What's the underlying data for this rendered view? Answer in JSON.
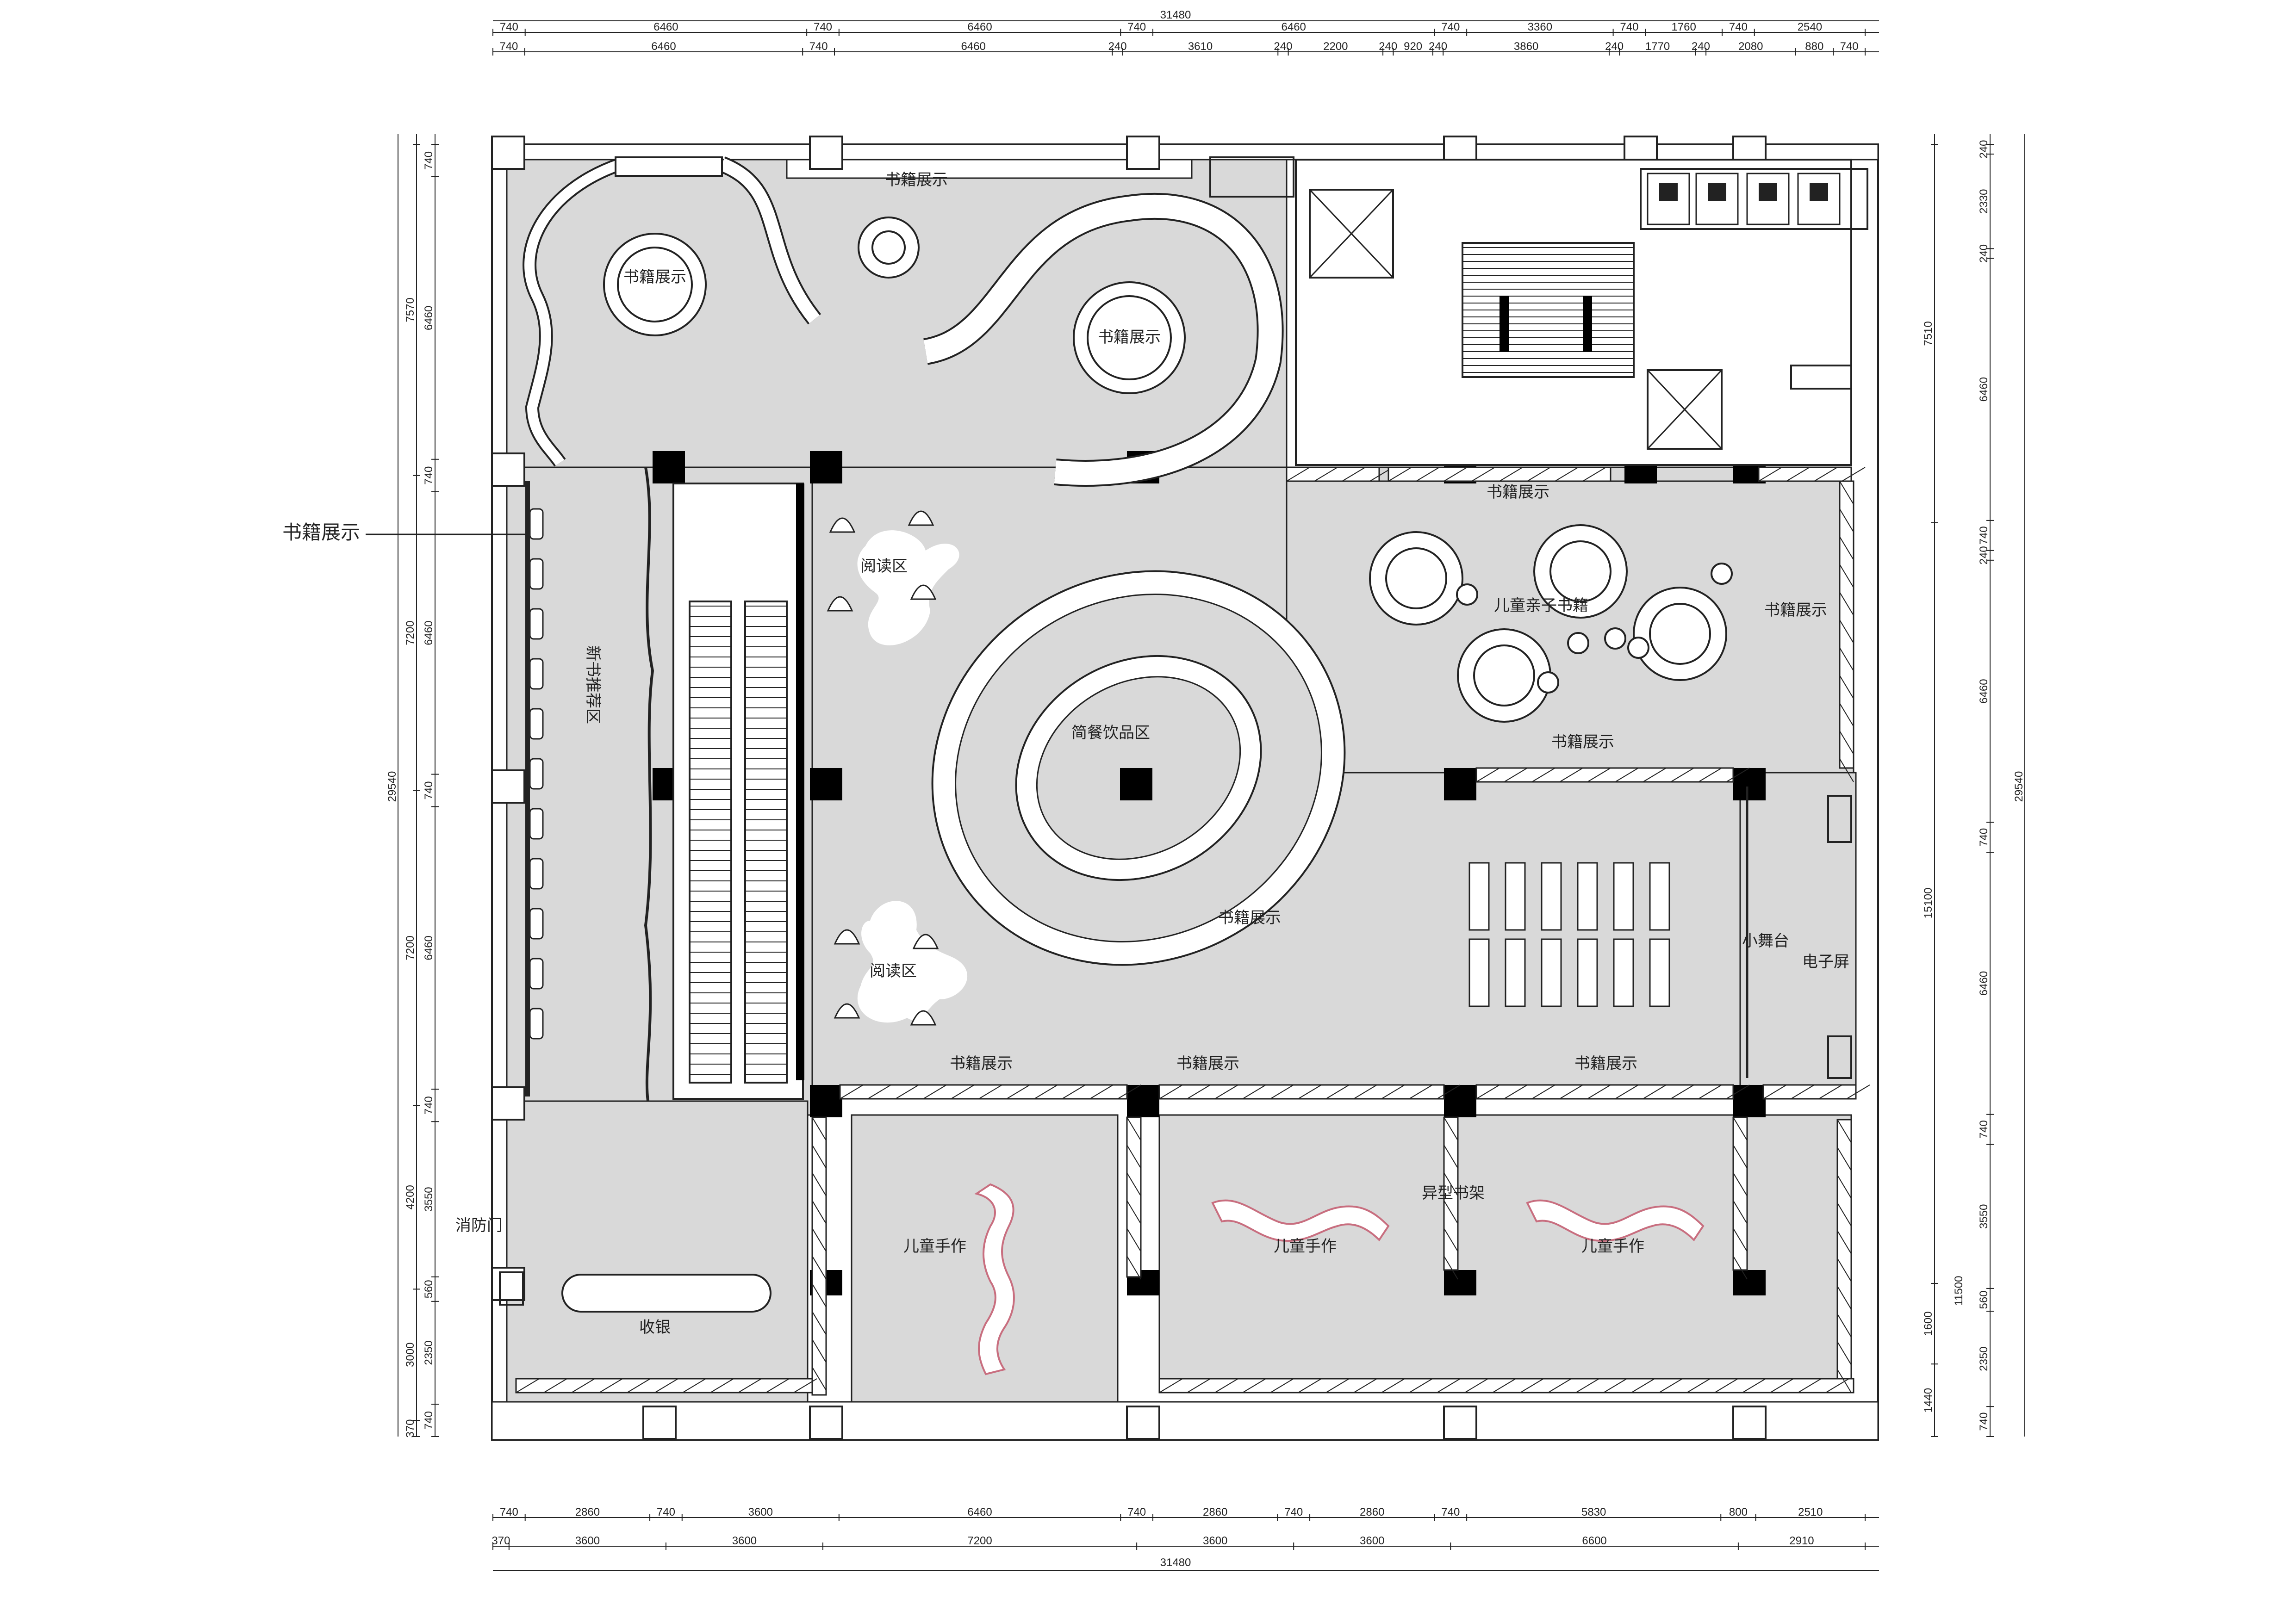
{
  "colors": {
    "line": "#222222",
    "floor": "#d9d9d9",
    "column": "#000000",
    "craft_outline": "#c86e7f"
  },
  "dimensions": {
    "top_total": "31480",
    "top_row1": [
      "740",
      "6460",
      "740",
      "6460",
      "740",
      "6460",
      "740",
      "3360",
      "740",
      "1760",
      "740",
      "2540"
    ],
    "top_row2": [
      "740",
      "6460",
      "740",
      "6460",
      "240",
      "3610",
      "240",
      "2200",
      "240",
      "920",
      "240",
      "3860",
      "240",
      "1770",
      "240",
      "2080",
      "880",
      "740"
    ],
    "bottom_row1": [
      "740",
      "2860",
      "740",
      "3600",
      "6460",
      "740",
      "2860",
      "740",
      "2860",
      "740",
      "5830",
      "800",
      "2510"
    ],
    "bottom_row2": [
      "370",
      "3600",
      "3600",
      "7200",
      "3600",
      "3600",
      "6600",
      "2910"
    ],
    "bottom_total": "31480",
    "left_total": "29540",
    "left_outer": [
      "7570",
      "7200",
      "7200",
      "4200",
      "3000",
      "370"
    ],
    "left_inner": [
      "740",
      "6460",
      "740",
      "6460",
      "740",
      "6460",
      "740",
      "3550",
      "560",
      "2350",
      "740"
    ],
    "right_total": "29540",
    "right_outer": [
      "7510",
      "15100",
      "1600",
      "1440"
    ],
    "right_inner": [
      "240",
      "2330",
      "240",
      "6460",
      "740",
      "240",
      "6460",
      "740",
      "6460",
      "740",
      "3550",
      "560",
      "2350",
      "740"
    ],
    "right_mid": [
      "11500"
    ]
  },
  "labels": {
    "book_display": "书籍展示",
    "callout_book_display": "书籍展示",
    "reading_area": "阅读区",
    "cafe_area": "简餐饮品区",
    "kids_parent_books": "儿童亲子书籍",
    "small_stage": "小舞台",
    "electronic_screen": "电子屏",
    "kids_craft": "儿童手作",
    "special_shelf": "异型书架",
    "fire_door": "消防门",
    "cashier": "收银",
    "new_books": "新书推荐区"
  }
}
